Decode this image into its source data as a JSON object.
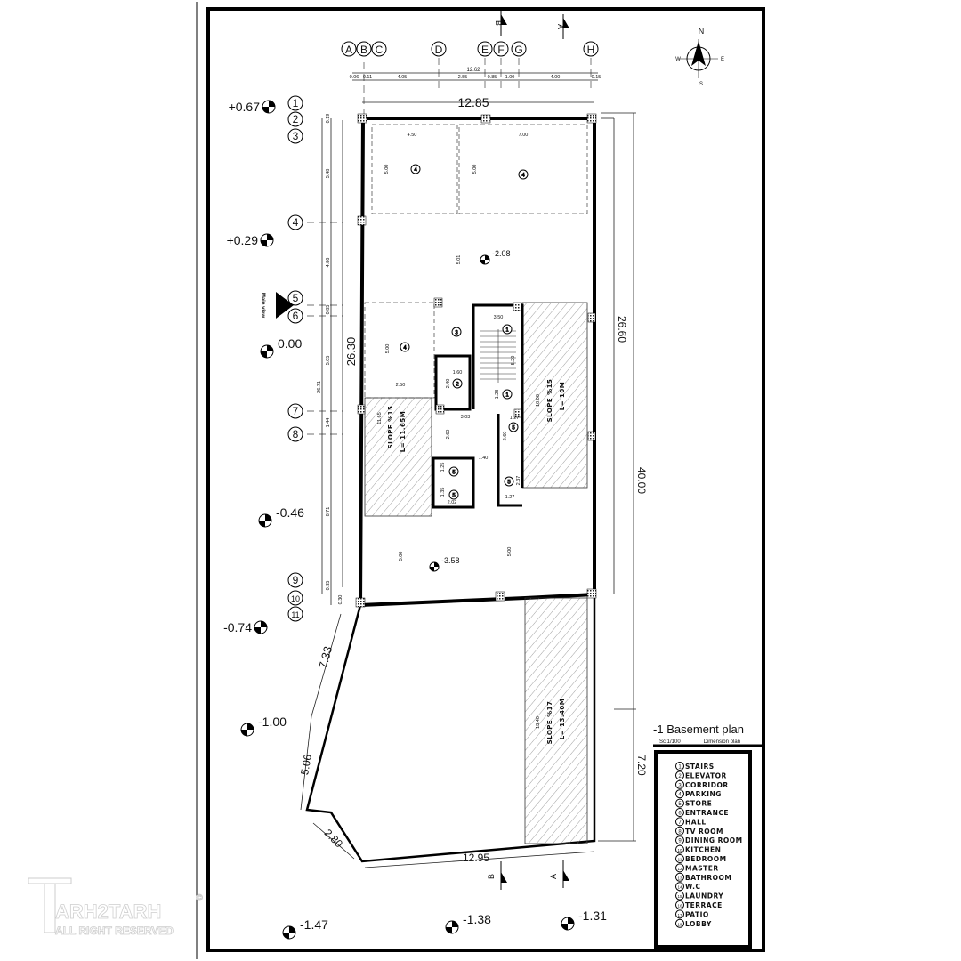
{
  "title": {
    "plan_name": "-1 Basement plan",
    "scale": "Sc:1/100",
    "subtitle": "Dimension plan"
  },
  "legend": [
    {
      "num": "1",
      "label": "STAIRS"
    },
    {
      "num": "2",
      "label": "ELEVATOR"
    },
    {
      "num": "3",
      "label": "CORRIDOR"
    },
    {
      "num": "4",
      "label": "PARKING"
    },
    {
      "num": "5",
      "label": "STORE"
    },
    {
      "num": "6",
      "label": "ENTRANCE"
    },
    {
      "num": "7",
      "label": "HALL"
    },
    {
      "num": "8",
      "label": "TV ROOM"
    },
    {
      "num": "9",
      "label": "DINING ROOM"
    },
    {
      "num": "10",
      "label": "KITCHEN"
    },
    {
      "num": "11",
      "label": "BEDROOM"
    },
    {
      "num": "12",
      "label": "MASTER"
    },
    {
      "num": "13",
      "label": "BATHROOM"
    },
    {
      "num": "14",
      "label": "W.C"
    },
    {
      "num": "15",
      "label": "LAUNDRY"
    },
    {
      "num": "16",
      "label": "TERRACE"
    },
    {
      "num": "17",
      "label": "PATIO"
    },
    {
      "num": "18",
      "label": "LOBBY"
    }
  ],
  "grid_letters": [
    "A",
    "B",
    "C",
    "D",
    "E",
    "F",
    "G",
    "H"
  ],
  "grid_numbers": [
    "1",
    "2",
    "3",
    "4",
    "5",
    "6",
    "7",
    "8",
    "9",
    "10",
    "11"
  ],
  "top_dims": {
    "overall_axis": "12.62",
    "segments": [
      "0.06",
      "0.11",
      "4.05",
      "2.55",
      "0.85",
      "1.00",
      "4.00",
      "0.15"
    ],
    "overall": "12.85"
  },
  "side_dims": {
    "segments": [
      "0.19",
      "5.48",
      "4.86",
      "0.85",
      "5.05",
      "1.44",
      "8.71",
      "0.35",
      "0.30"
    ],
    "axis_total": "26.71",
    "total": "26.30"
  },
  "right_dims": {
    "upper": "26.60",
    "total": "40.00",
    "lower": "7.20"
  },
  "site_dims": {
    "left_upper": "7.33",
    "left_lower": "5.06",
    "corner": "2.80",
    "bottom": "12.95"
  },
  "levels": [
    "+0.67",
    "+0.29",
    "0.00",
    "-0.46",
    "-0.74",
    "-1.00",
    "-1.47",
    "-1.38",
    "-1.31",
    "-2.08",
    "-3.58"
  ],
  "main_view": "Main view",
  "sections": {
    "a": "A",
    "b": "B"
  },
  "north": {
    "n": "N",
    "e": "E",
    "s": "S",
    "w": "W"
  },
  "rooms": {
    "parking_num": "4",
    "stairs_num": "1",
    "elevator_num": "2",
    "corridor_num": "3",
    "store_num": "5",
    "parking_dims": [
      "4.50",
      "7.00",
      "5.00",
      "5.00",
      "5.01",
      "5.00",
      "2.50"
    ],
    "core_dims": [
      "3.50",
      "5.20",
      "1.60",
      "2.40",
      "1.28",
      "3.03",
      "2.60",
      "1.27",
      "2.60",
      "1.40",
      "1.25",
      "1.35",
      "2.02",
      "2.37",
      "1.27",
      "5.00",
      "5.00"
    ]
  },
  "ramps": [
    {
      "length_dim": "11.65",
      "slope": "SLOPE %15",
      "length": "L= 11.65M"
    },
    {
      "length_dim": "10.00",
      "slope": "SLOPE %15",
      "length": "L= 10M"
    },
    {
      "length_dim": "13.40",
      "slope": "SLOPE %17",
      "length": "L= 13.40M"
    }
  ],
  "watermark": {
    "brand": "ARH2TARH",
    "rights": "ALL RIGHT RESERVED",
    "copyright": "©"
  }
}
